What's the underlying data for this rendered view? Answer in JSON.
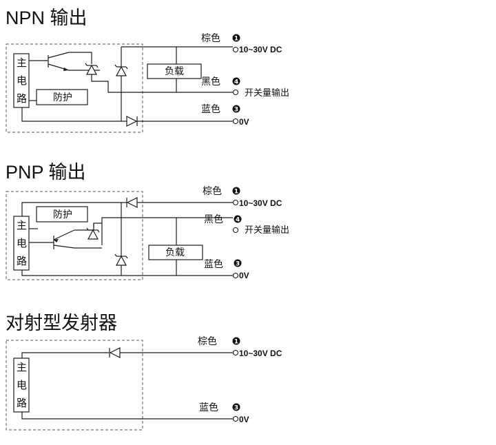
{
  "sections": [
    {
      "title": "NPN 输出",
      "main_circuit": [
        "主",
        "电",
        "路"
      ],
      "protection_label": "防护",
      "load_label": "负载",
      "wires": [
        {
          "color_name": "棕色",
          "badge": "1",
          "signal": "10~30V DC"
        },
        {
          "color_name": "黑色",
          "badge": "4",
          "signal": "开关量输出"
        },
        {
          "color_name": "蓝色",
          "badge": "3",
          "signal": "0V"
        }
      ]
    },
    {
      "title": "PNP 输出",
      "main_circuit": [
        "主",
        "电",
        "路"
      ],
      "protection_label": "防护",
      "load_label": "负载",
      "wires": [
        {
          "color_name": "棕色",
          "badge": "1",
          "signal": "10~30V DC"
        },
        {
          "color_name": "黑色",
          "badge": "4",
          "signal": "开关量输出"
        },
        {
          "color_name": "蓝色",
          "badge": "3",
          "signal": "0V"
        }
      ]
    },
    {
      "title": "对射型发射器",
      "main_circuit": [
        "主",
        "电",
        "路"
      ],
      "wires": [
        {
          "color_name": "棕色",
          "badge": "1",
          "signal": "10~30V DC"
        },
        {
          "color_name": "蓝色",
          "badge": "3",
          "signal": "0V"
        }
      ]
    }
  ]
}
